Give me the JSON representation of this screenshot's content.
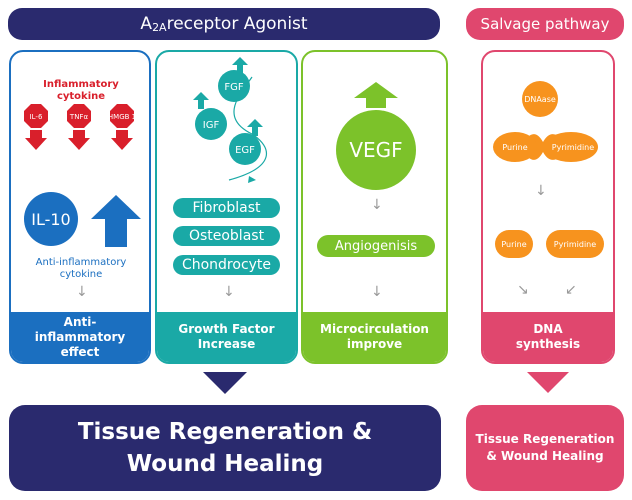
{
  "header": {
    "agonist_prefix": "A",
    "agonist_sub": "2A",
    "agonist_rest": " receptor Agonist",
    "salvage": "Salvage pathway"
  },
  "col1": {
    "inflammatory_title": "Inflammatory cytokine",
    "cytokines": [
      "IL-6",
      "TNFα",
      "HMGB 1"
    ],
    "il10": "IL-10",
    "anti_title": "Anti-inflammatory cytokine",
    "footer": "Anti-inflammatory effect"
  },
  "col2": {
    "factors": [
      "FGF",
      "IGF",
      "EGF"
    ],
    "cells": [
      "Fibroblast",
      "Osteoblast",
      "Chondrocyte"
    ],
    "footer": "Growth Factor Increase"
  },
  "col3": {
    "vegf": "VEGF",
    "angio": "Angiogenisis",
    "footer": "Microcirculation improve"
  },
  "col4": {
    "dnaase": "DNAase",
    "purine": "Purine",
    "pyrimidine": "Pyrimidine",
    "footer": "DNA synthesis"
  },
  "bottom": {
    "main": "Tissue Regeneration & Wound Healing",
    "side": "Tissue Regeneration & Wound Healing"
  },
  "colors": {
    "navy": "#2a2a6e",
    "blue": "#1b6fc0",
    "teal": "#1aa9a6",
    "green": "#7cc22a",
    "orange": "#f7931e",
    "pink": "#e0476e",
    "red": "#d91f2b"
  }
}
